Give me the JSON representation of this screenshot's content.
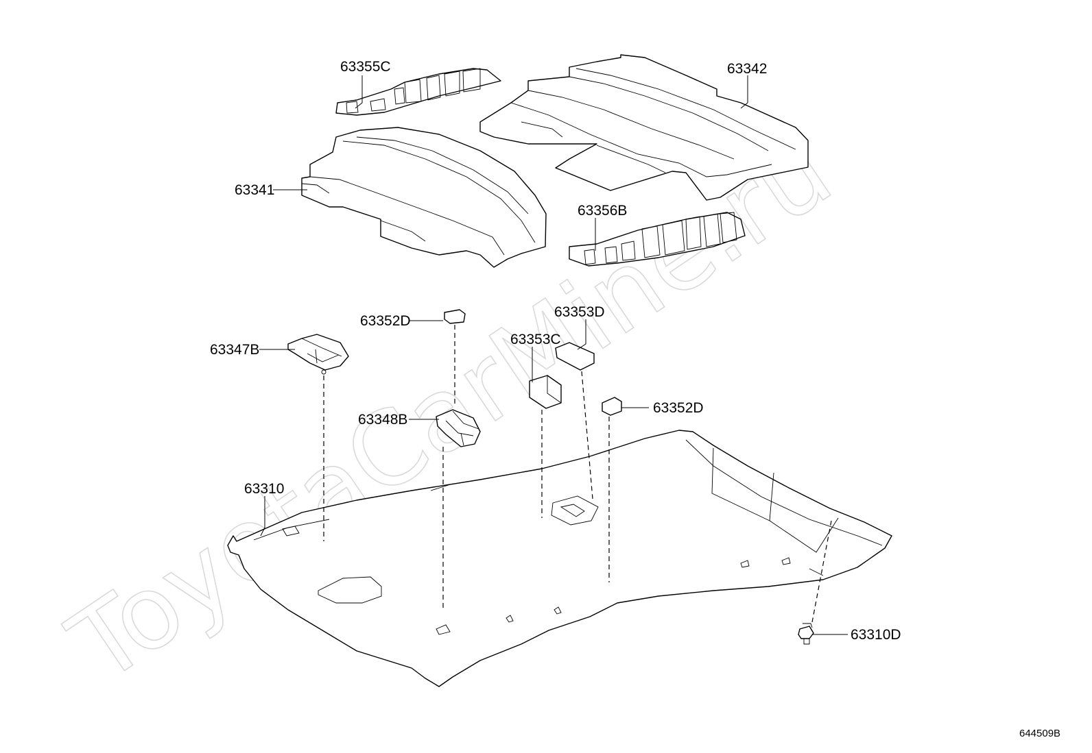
{
  "watermark": "ToyotaCarMine.ru",
  "reference_code": "644509B",
  "parts": {
    "p63355C": "63355C",
    "p63342": "63342",
    "p63341": "63341",
    "p63356B": "63356B",
    "p63352D_top": "63352D",
    "p63353D": "63353D",
    "p63353C": "63353C",
    "p63347B": "63347B",
    "p63352D_right": "63352D",
    "p63348B": "63348B",
    "p63310": "63310",
    "p63310D": "63310D"
  }
}
